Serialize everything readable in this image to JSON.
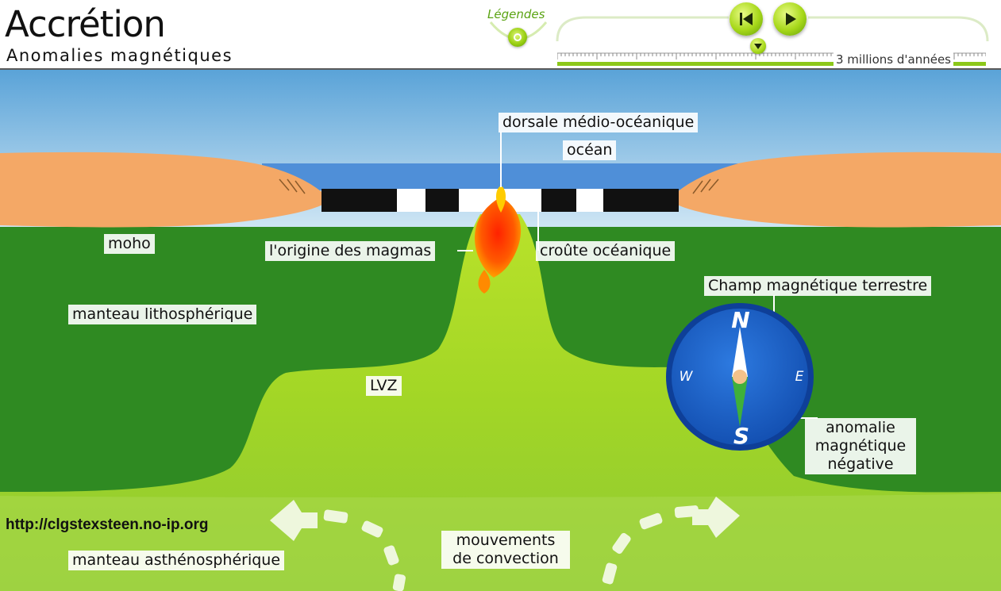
{
  "header": {
    "title": "Accrétion",
    "subtitle": "Anomalies magnétiques",
    "legend_label": "Légendes",
    "timeline_label": "3 millions d'années"
  },
  "labels": {
    "dorsale": "dorsale médio-océanique",
    "ocean": "océan",
    "moho": "moho",
    "origine_magmas": "l'origine des magmas",
    "croute_oceanique": "croûte océanique",
    "champ_magnetique": "Champ magnétique terrestre",
    "manteau_litho": "manteau lithosphérique",
    "lvz": "LVZ",
    "anomalie_l1": "anomalie",
    "anomalie_l2": "magnétique",
    "anomalie_l3": "négative",
    "convection_l1": "mouvements",
    "convection_l2": "de convection",
    "manteau_astheno": "manteau asthénosphérique",
    "url": "http://clgstexsteen.no-ip.org"
  },
  "compass": {
    "north": "N",
    "south": "S",
    "west": "W",
    "east": "E"
  },
  "icons": {
    "rewind": "skip-back-icon",
    "play": "play-icon",
    "legend": "legend-toggle-icon",
    "playhead": "playhead-triangle-icon"
  },
  "colors": {
    "sky": "#6fb3e3",
    "ocean": "#4f8fd8",
    "continent": "#f4a866",
    "mantle_lithosphere": "#2f8a22",
    "asthenosphere": "#b6e22a",
    "magma": "#ff4400",
    "compass": "#1a5fc4",
    "accent_green": "#8cc81a"
  }
}
